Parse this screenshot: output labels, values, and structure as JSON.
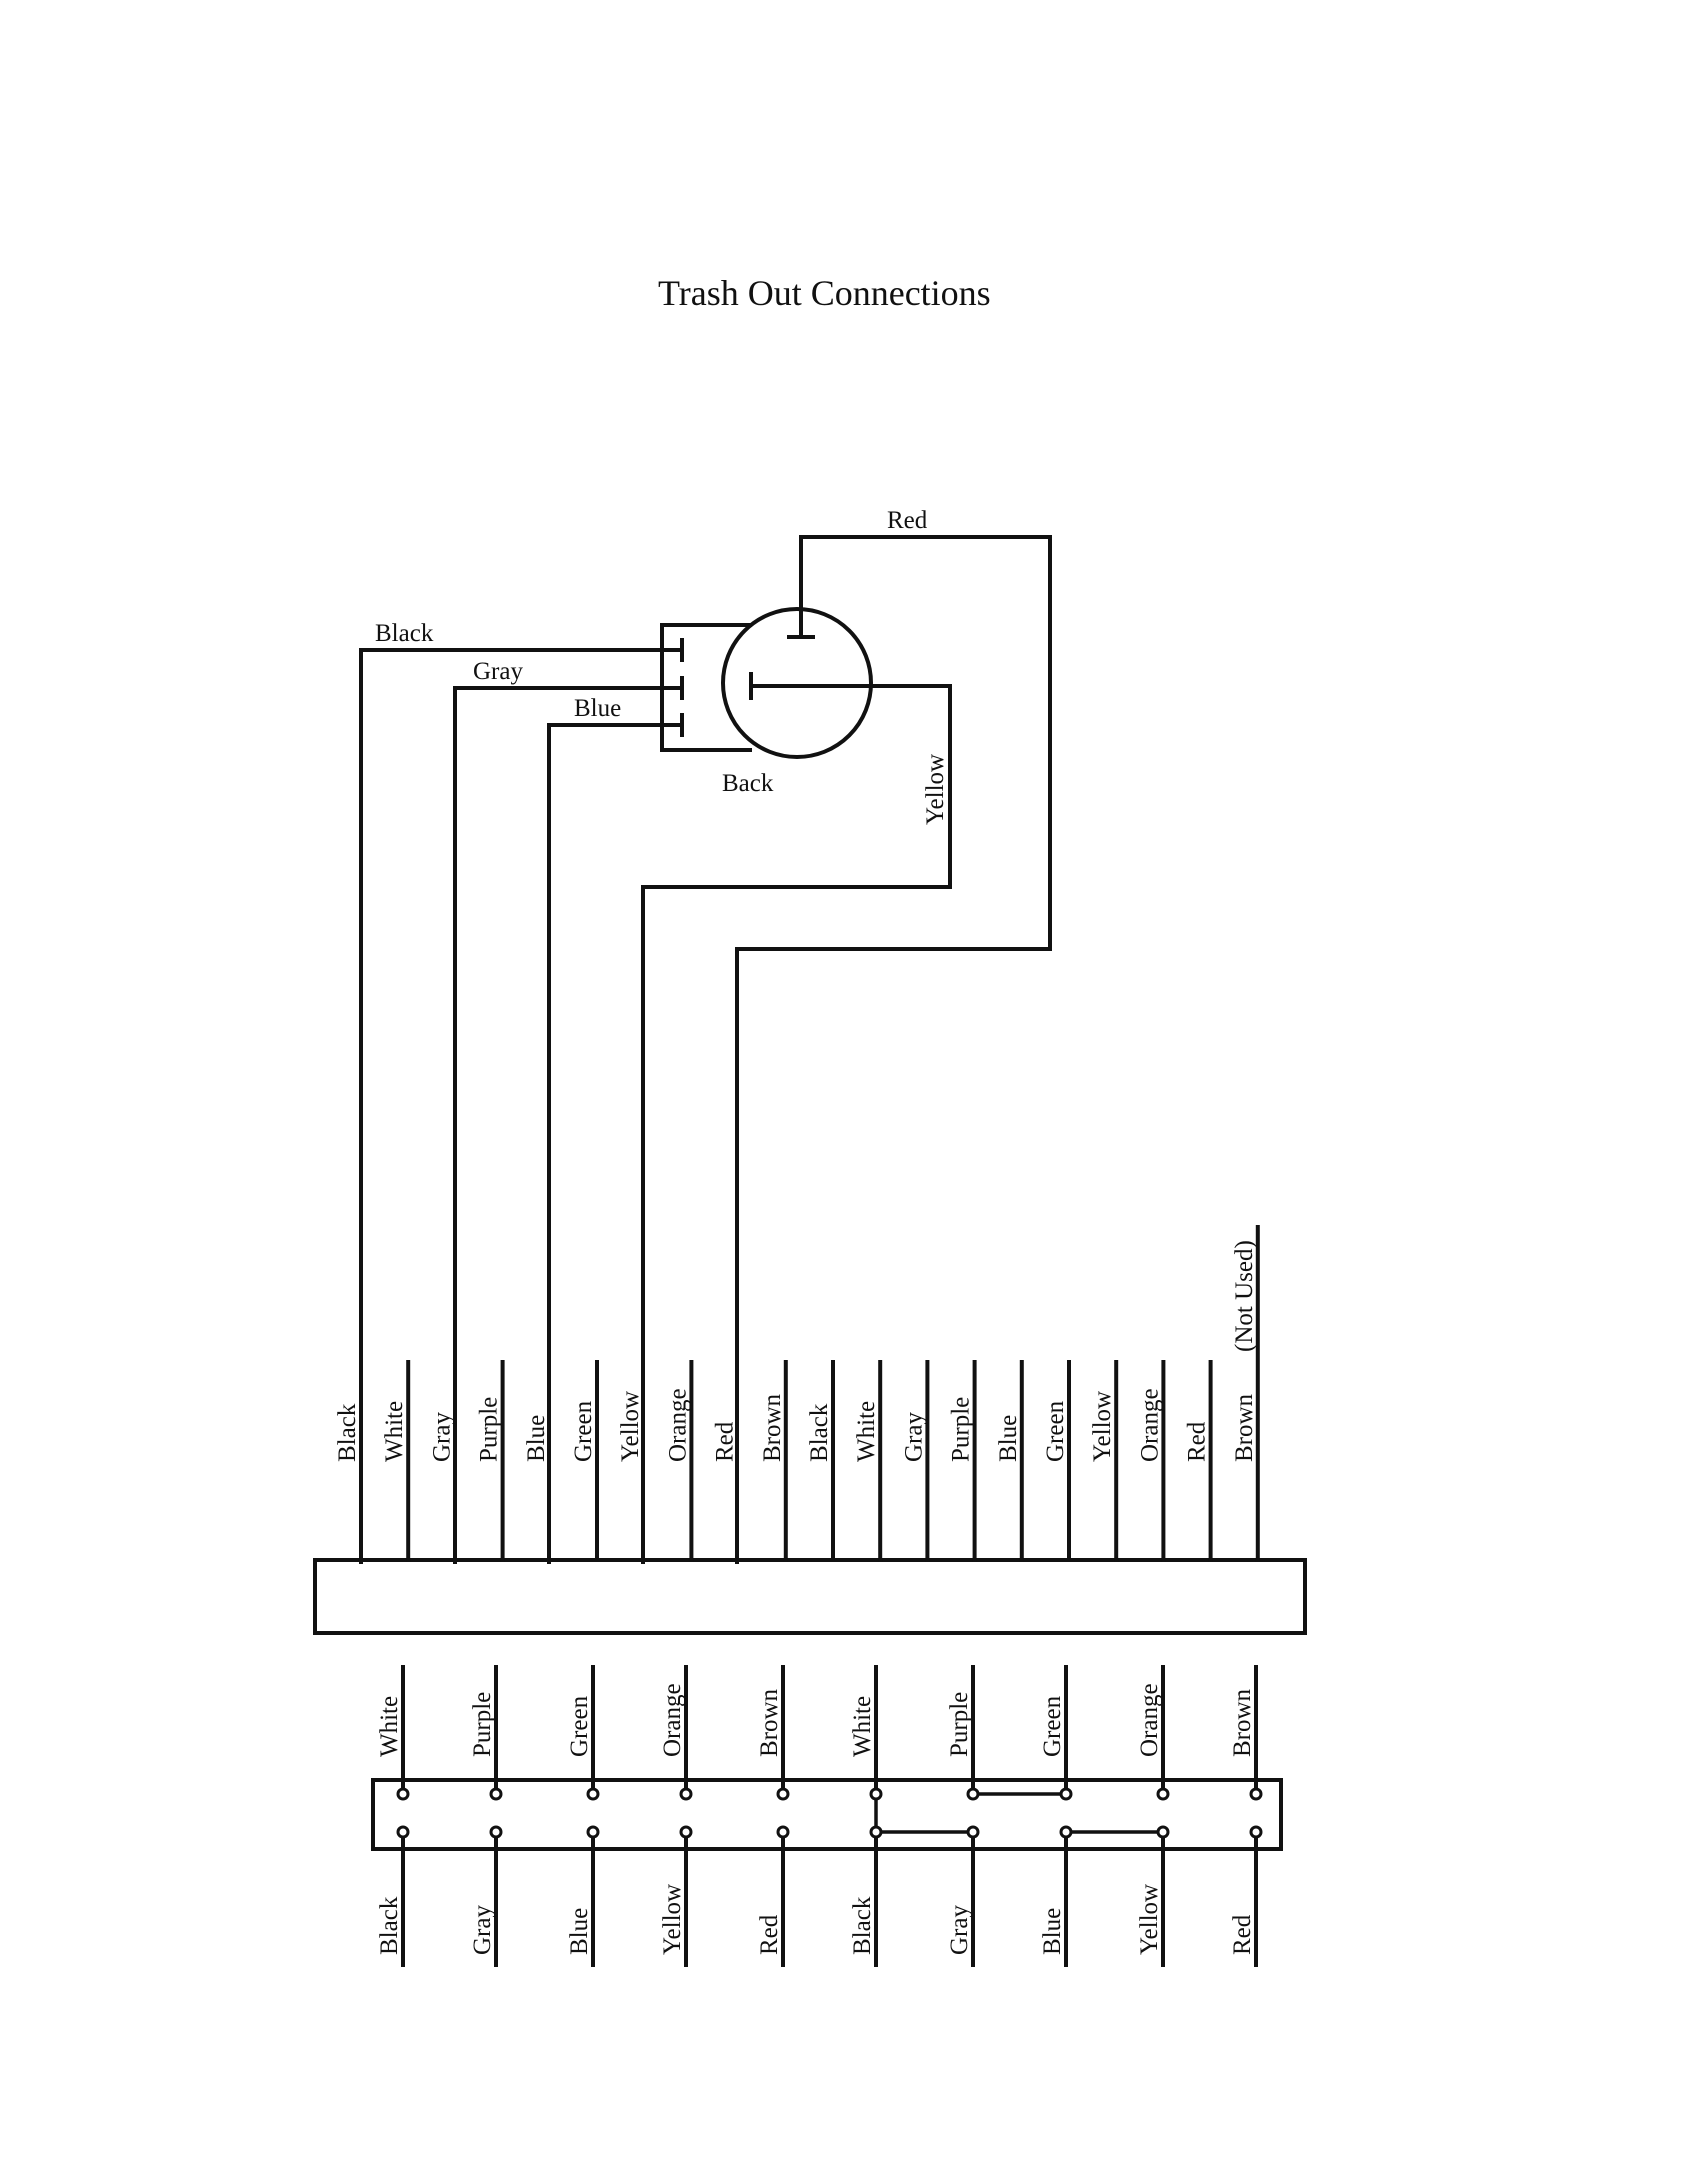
{
  "title": "Trash Out Connections",
  "colors": {
    "ink": "#111111",
    "background": "#ffffff"
  },
  "switch": {
    "back_label": "Back",
    "connections": [
      {
        "label": "Black",
        "row": 0
      },
      {
        "label": "Gray",
        "row": 1
      },
      {
        "label": "Blue",
        "row": 2
      }
    ],
    "top_wire_label": "Red",
    "side_wire_label": "Yellow"
  },
  "harness": {
    "wires": [
      {
        "label": "Black",
        "harness_index": 0,
        "connects_to": "switch-black"
      },
      {
        "label": "White",
        "harness_index": 1
      },
      {
        "label": "Gray",
        "harness_index": 2,
        "connects_to": "switch-gray"
      },
      {
        "label": "Purple",
        "harness_index": 3
      },
      {
        "label": "Blue",
        "harness_index": 4,
        "connects_to": "switch-blue"
      },
      {
        "label": "Green",
        "harness_index": 5
      },
      {
        "label": "Yellow",
        "harness_index": 6,
        "connects_to": "switch-yellow"
      },
      {
        "label": "Orange",
        "harness_index": 7
      },
      {
        "label": "Red",
        "harness_index": 8,
        "connects_to": "switch-red"
      },
      {
        "label": "Brown",
        "harness_index": 9
      },
      {
        "label": "Black",
        "harness_index": 10
      },
      {
        "label": "White",
        "harness_index": 11
      },
      {
        "label": "Gray",
        "harness_index": 12
      },
      {
        "label": "Purple",
        "harness_index": 13
      },
      {
        "label": "Blue",
        "harness_index": 14
      },
      {
        "label": "Green",
        "harness_index": 15
      },
      {
        "label": "Yellow",
        "harness_index": 16
      },
      {
        "label": "Orange",
        "harness_index": 17
      },
      {
        "label": "Red",
        "harness_index": 18
      },
      {
        "label": "Brown",
        "harness_index": 19,
        "note": "(Not Used)"
      }
    ]
  },
  "terminal_block": {
    "top_labels": [
      "White",
      "Purple",
      "Green",
      "Orange",
      "Brown",
      "White",
      "Purple",
      "Green",
      "Orange",
      "Brown"
    ],
    "bottom_labels": [
      "Black",
      "Gray",
      "Blue",
      "Yellow",
      "Red",
      "Black",
      "Gray",
      "Blue",
      "Yellow",
      "Red"
    ],
    "jumpers": [
      {
        "from": "top-5",
        "to": "bottom-5"
      },
      {
        "from": "bottom-5",
        "to": "bottom-6"
      },
      {
        "from": "top-6",
        "to": "top-7"
      },
      {
        "from": "bottom-7",
        "to": "bottom-8"
      }
    ]
  }
}
